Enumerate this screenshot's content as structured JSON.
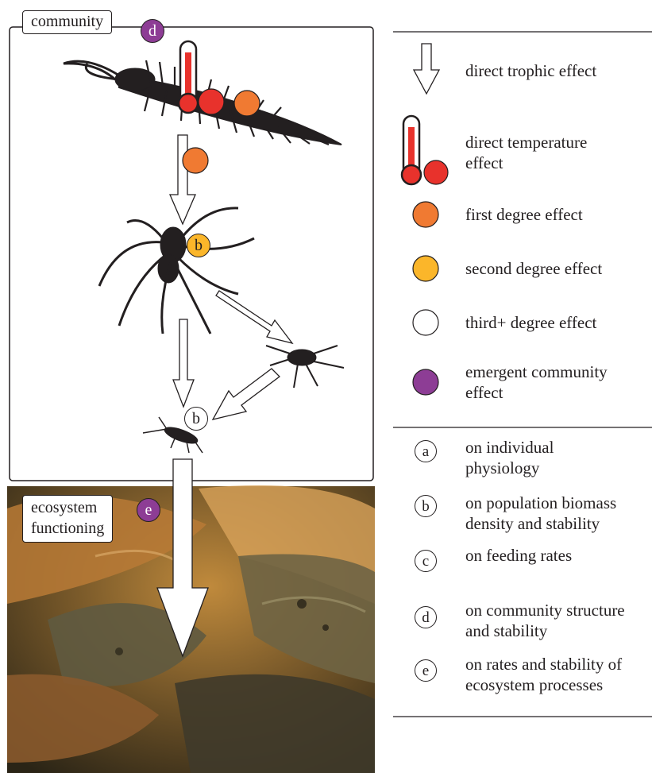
{
  "colors": {
    "first_degree": "#f07a32",
    "second_degree": "#fbb62a",
    "third_degree": "#ffffff",
    "emergent": "#8d3d95",
    "thermometer_red": "#e8322c"
  },
  "tags": {
    "community": "community",
    "community_marker": "d",
    "ecosystem_line1": "ecosystem",
    "ecosystem_line2": "functioning",
    "ecosystem_marker": "e"
  },
  "diagram_markers": {
    "spider": "b",
    "prey": "b"
  },
  "legend_symbols": [
    {
      "icon": "hollow-arrow",
      "label": "direct trophic effect"
    },
    {
      "icon": "thermometer",
      "label_lines": [
        "direct temperature",
        "effect"
      ]
    },
    {
      "icon": "orange-dot",
      "label": "first degree effect"
    },
    {
      "icon": "yellow-dot",
      "label": "second degree effect"
    },
    {
      "icon": "white-dot",
      "label": "third+ degree effect"
    },
    {
      "icon": "purple-dot",
      "label_lines": [
        "emergent community",
        "effect"
      ]
    }
  ],
  "legend_letters": [
    {
      "letter": "a",
      "lines": [
        "on individual",
        "physiology"
      ]
    },
    {
      "letter": "b",
      "lines": [
        "on population biomass",
        "density and stability"
      ]
    },
    {
      "letter": "c",
      "lines": [
        "on feeding rates"
      ]
    },
    {
      "letter": "d",
      "lines": [
        "on community structure",
        "and stability"
      ]
    },
    {
      "letter": "e",
      "lines": [
        "on rates and stability of",
        "ecosystem processes"
      ]
    }
  ]
}
